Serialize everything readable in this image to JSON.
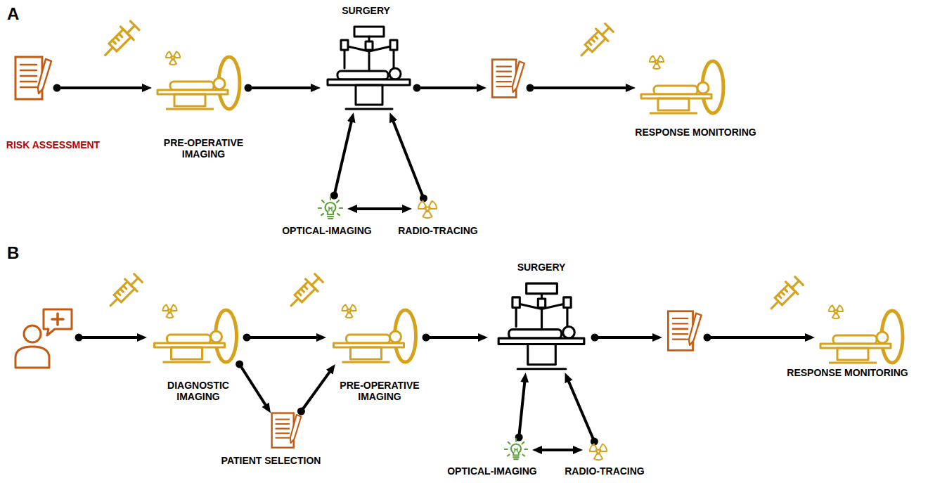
{
  "diagram": {
    "nodes": [
      {
        "text": [
          "RISK ASSESSMENT"
        ]
      },
      {
        "text": [
          "PRE-OPERATIVE IMAGING"
        ]
      },
      {
        "text": [
          "SURGERY"
        ]
      },
      {
        "text": []
      },
      {
        "text": [
          "RESPONSE MONITORING"
        ]
      },
      {
        "text": [
          "OPTICAL-IMAGING"
        ]
      },
      {
        "text": [
          "RADIO-TRACING"
        ]
      },
      {
        "text": []
      },
      {
        "text": [
          "DIAGNOSTIC IMAGING"
        ]
      },
      {
        "text": [
          "PRE-OPERATIVE IMAGING"
        ]
      },
      {
        "text": [
          "PATIENT SELECTION"
        ]
      },
      {
        "text": [
          "SURGERY"
        ]
      },
      {
        "text": []
      },
      {
        "text": [
          "RESPONSE MONITORING"
        ]
      },
      {
        "text": [
          "OPTICAL-IMAGING"
        ]
      },
      {
        "text": [
          "RADIO-TRACING"
        ]
      }
    ],
    "edges": [
      {
        "from": 0,
        "to": 1,
        "arrow": "to"
      },
      {
        "from": 1,
        "to": 2,
        "arrow": "to"
      },
      {
        "from": 2,
        "to": 3,
        "arrow": "to"
      },
      {
        "from": 3,
        "to": 4,
        "arrow": "to"
      },
      {
        "from": 5,
        "to": 2,
        "arrow": "to"
      },
      {
        "from": 6,
        "to": 2,
        "arrow": "to"
      },
      {
        "from": 5,
        "to": 6,
        "arrow": "both"
      },
      {
        "from": 7,
        "to": 8,
        "arrow": "to"
      },
      {
        "from": 8,
        "to": 9,
        "arrow": "to"
      },
      {
        "from": 8,
        "to": 10,
        "arrow": "to"
      },
      {
        "from": 10,
        "to": 9,
        "arrow": "to"
      },
      {
        "from": 9,
        "to": 11,
        "arrow": "to"
      },
      {
        "from": 11,
        "to": 12,
        "arrow": "to"
      },
      {
        "from": 12,
        "to": 13,
        "arrow": "to"
      },
      {
        "from": 14,
        "to": 11,
        "arrow": "to"
      },
      {
        "from": 15,
        "to": 11,
        "arrow": "to"
      },
      {
        "from": 14,
        "to": 15,
        "arrow": "both"
      }
    ],
    "labels": [
      "A",
      "B"
    ]
  }
}
